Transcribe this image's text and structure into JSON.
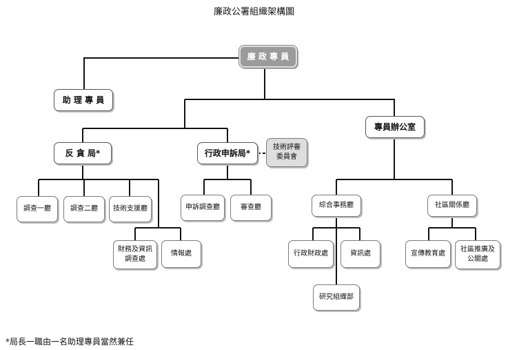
{
  "title": "廉政公署組織架構圖",
  "footnote": "*局長一職由一名助理專員當然兼任",
  "nodes": {
    "commissioner": "廉 政 專 員",
    "assistant": "助 理 專 員",
    "commissioner_office": "專員辦公室",
    "anti_corruption": "反 貪 局*",
    "admin_appeals": "行政申訴局*",
    "tech_committee_1": "技術評審",
    "tech_committee_2": "委員會",
    "investigation_1": "調查一廳",
    "investigation_2": "調查二廳",
    "tech_support": "技術支援廳",
    "finance_1": "財務及資訊",
    "finance_2": "調查處",
    "intelligence": "情報處",
    "complaint_investigation": "申訴調查廳",
    "review": "審查廳",
    "general_affairs": "綜合事務廳",
    "community_relations": "社區關係廳",
    "admin_finance": "行政財政處",
    "information": "資訊處",
    "research": "研究組織部",
    "publicity": "宣傳教育處",
    "community_1": "社區推廣及",
    "community_2": "公關處"
  }
}
